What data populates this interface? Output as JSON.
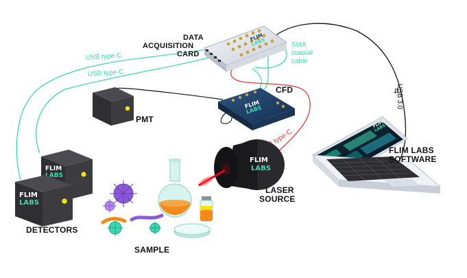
{
  "labels": {
    "daq": [
      "DATA",
      "ACQUISITION",
      "CARD"
    ],
    "cfd": "CFD",
    "pmt": "PMT",
    "laser": [
      "LASER",
      "SOURCE"
    ],
    "detectors": "DETECTORS",
    "sample": "SAMPLE",
    "software": [
      "FLIM LABS",
      "SOFTWARE"
    ]
  },
  "cables": {
    "usb1": "USB type-C",
    "usb2": "USB type-C",
    "usb_laser": "USB type-C",
    "sma": [
      "SMA",
      "coaxial",
      "cable"
    ],
    "usb3": "USB 3.0"
  },
  "brand": [
    "FLIM",
    "LABS"
  ],
  "colors": {
    "usb_cable": "#3fd6b0",
    "laser_cable": "#e23b3b",
    "usb3_cable": "#111111",
    "device_body": "#2f2f33",
    "indicator": "#f3e216",
    "cfd_body": "#1f3f66",
    "daq_body": "#e7eaf0",
    "laser_beam": "#e3001b"
  }
}
